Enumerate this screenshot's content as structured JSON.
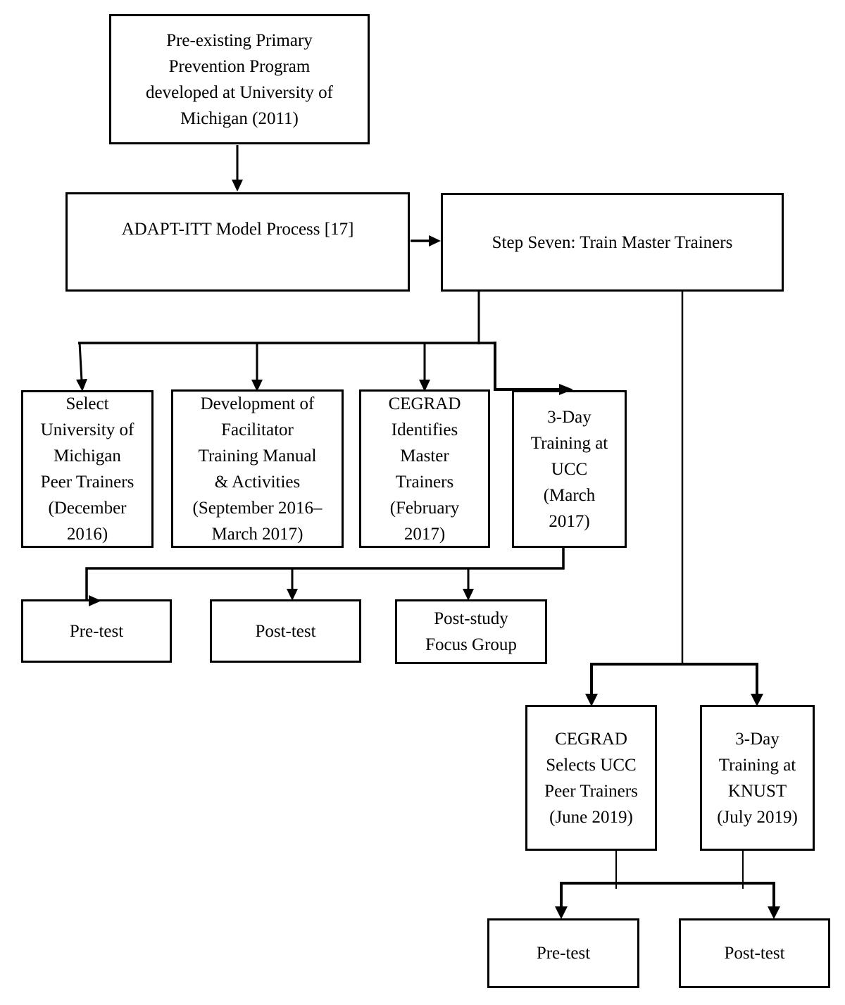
{
  "diagram": {
    "type": "flowchart",
    "colors": {
      "ink": "#000000",
      "background": "#ffffff"
    },
    "nodes": {
      "preexisting_program": {
        "lines": [
          "Pre-existing Primary",
          "Prevention Program",
          "developed at University of",
          "Michigan (2011)"
        ]
      },
      "adapt_itt": {
        "lines": [
          "ADAPT-ITT Model Process [17]"
        ]
      },
      "step_seven": {
        "lines": [
          "Step Seven: Train Master Trainers"
        ]
      },
      "select_um_trainers": {
        "lines": [
          "Select",
          "University of",
          "Michigan",
          "Peer Trainers",
          "(December",
          "2016)"
        ]
      },
      "facilitator_manual": {
        "lines": [
          "Development of",
          "Facilitator",
          "Training Manual",
          "& Activities",
          "(September 2016–",
          "March 2017)"
        ]
      },
      "cegrad_identifies": {
        "lines": [
          "CEGRAD",
          "Identifies",
          "Master",
          "Trainers",
          "(February",
          "2017)"
        ]
      },
      "ucc_training": {
        "lines": [
          "3-Day",
          "Training at",
          "UCC",
          "(March",
          "2017)"
        ]
      },
      "pretest_ucc": {
        "lines": [
          "Pre-test"
        ]
      },
      "posttest_ucc": {
        "lines": [
          "Post-test"
        ]
      },
      "poststudy_focus": {
        "lines": [
          "Post-study",
          "Focus Group"
        ]
      },
      "cegrad_selects": {
        "lines": [
          "CEGRAD",
          "Selects UCC",
          "Peer Trainers",
          "(June 2019)"
        ]
      },
      "knust_training": {
        "lines": [
          "3-Day",
          "Training at",
          "KNUST",
          "(July 2019)"
        ]
      },
      "pretest_final": {
        "lines": [
          "Pre-test"
        ]
      },
      "posttest_final": {
        "lines": [
          "Post-test"
        ]
      }
    },
    "edges": [
      [
        "preexisting_program",
        "adapt_itt"
      ],
      [
        "adapt_itt",
        "step_seven"
      ],
      [
        "step_seven",
        "select_um_trainers"
      ],
      [
        "step_seven",
        "facilitator_manual"
      ],
      [
        "step_seven",
        "cegrad_identifies"
      ],
      [
        "step_seven",
        "ucc_training"
      ],
      [
        "ucc_training",
        "pretest_ucc"
      ],
      [
        "ucc_training",
        "posttest_ucc"
      ],
      [
        "ucc_training",
        "poststudy_focus"
      ],
      [
        "step_seven",
        "cegrad_selects"
      ],
      [
        "step_seven",
        "knust_training"
      ],
      [
        "cegrad_selects",
        "pretest_final"
      ],
      [
        "cegrad_selects",
        "posttest_final"
      ],
      [
        "knust_training",
        "pretest_final"
      ],
      [
        "knust_training",
        "posttest_final"
      ]
    ]
  }
}
